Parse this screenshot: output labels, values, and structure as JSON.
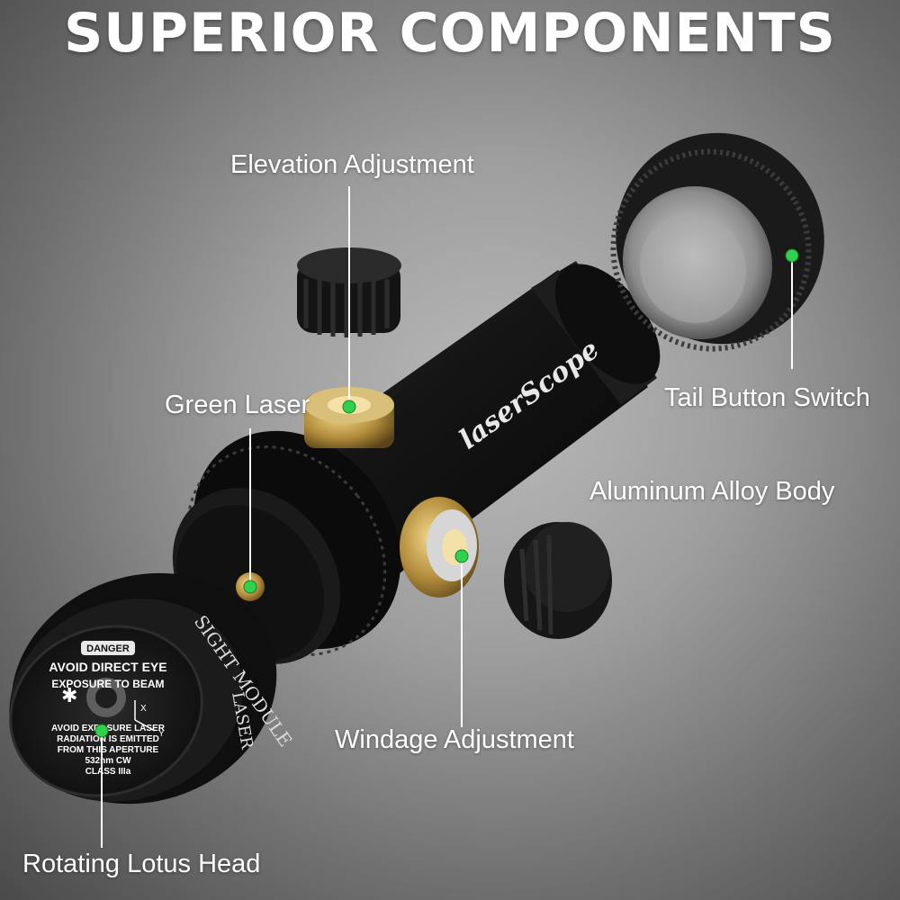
{
  "title": "SUPERIOR COMPONENTS",
  "labels": {
    "elevation": "Elevation Adjustment",
    "green_laser": "Green Laser",
    "tail_switch": "Tail Button Switch",
    "body": "Aluminum Alloy Body",
    "windage": "Windage Adjustment",
    "lotus_head": "Rotating Lotus Head"
  },
  "product": {
    "brand": "laserScope",
    "head_ring_text": "SIGHT MODULE",
    "head_ring_text_2": "LASER",
    "warning_tag": "DANGER",
    "warning_line1": "AVOID DIRECT EYE",
    "warning_line2": "EXPOSURE TO BEAM",
    "warning_small1": "AVOID EXPOSURE LASER",
    "warning_small2": "RADIATION IS EMITTED",
    "warning_small3": "FROM THIS APERTURE",
    "warning_small4": "532nm CW",
    "warning_small5": "CLASS IIIa",
    "axis_x": "X",
    "axis_y": "Y"
  },
  "colors": {
    "marker_green": "#2fd24a",
    "leader_line": "#ffffff",
    "metal_black": "#151515",
    "brass": "#b08a3a"
  }
}
